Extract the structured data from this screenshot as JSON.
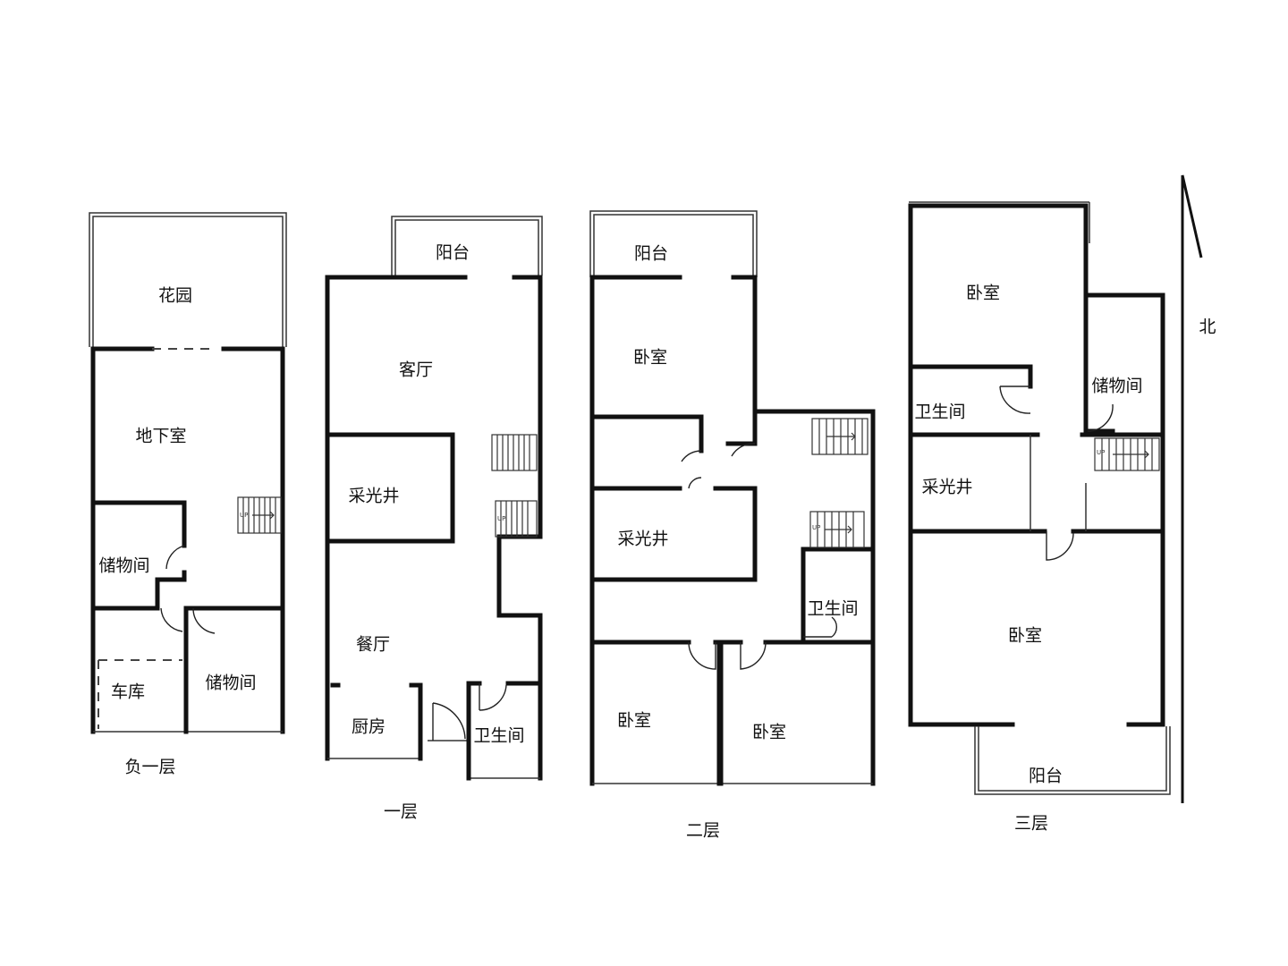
{
  "floors": {
    "b1": {
      "label": "负一层",
      "rooms": {
        "garden": "花园",
        "basement": "地下室",
        "storage_left": "储物间",
        "garage": "车库",
        "storage_right": "储物间"
      },
      "stair_mark": "UP"
    },
    "f1": {
      "label": "一层",
      "rooms": {
        "balcony": "阳台",
        "living": "客厅",
        "lightwell": "采光井",
        "dining": "餐厅",
        "kitchen": "厨房",
        "bathroom": "卫生间"
      },
      "stair_mark": "UP"
    },
    "f2": {
      "label": "二层",
      "rooms": {
        "balcony": "阳台",
        "bedroom_top": "卧室",
        "lightwell": "采光井",
        "bathroom": "卫生间",
        "bedroom_bottom_left": "卧室",
        "bedroom_bottom_right": "卧室"
      },
      "stair_mark": "UP"
    },
    "f3": {
      "label": "三层",
      "rooms": {
        "bedroom_top": "卧室",
        "storage": "储物间",
        "bathroom": "卫生间",
        "lightwell": "采光井",
        "bedroom_main": "卧室",
        "balcony": "阳台"
      },
      "stair_mark": "UP"
    }
  },
  "compass": {
    "label": "北"
  }
}
